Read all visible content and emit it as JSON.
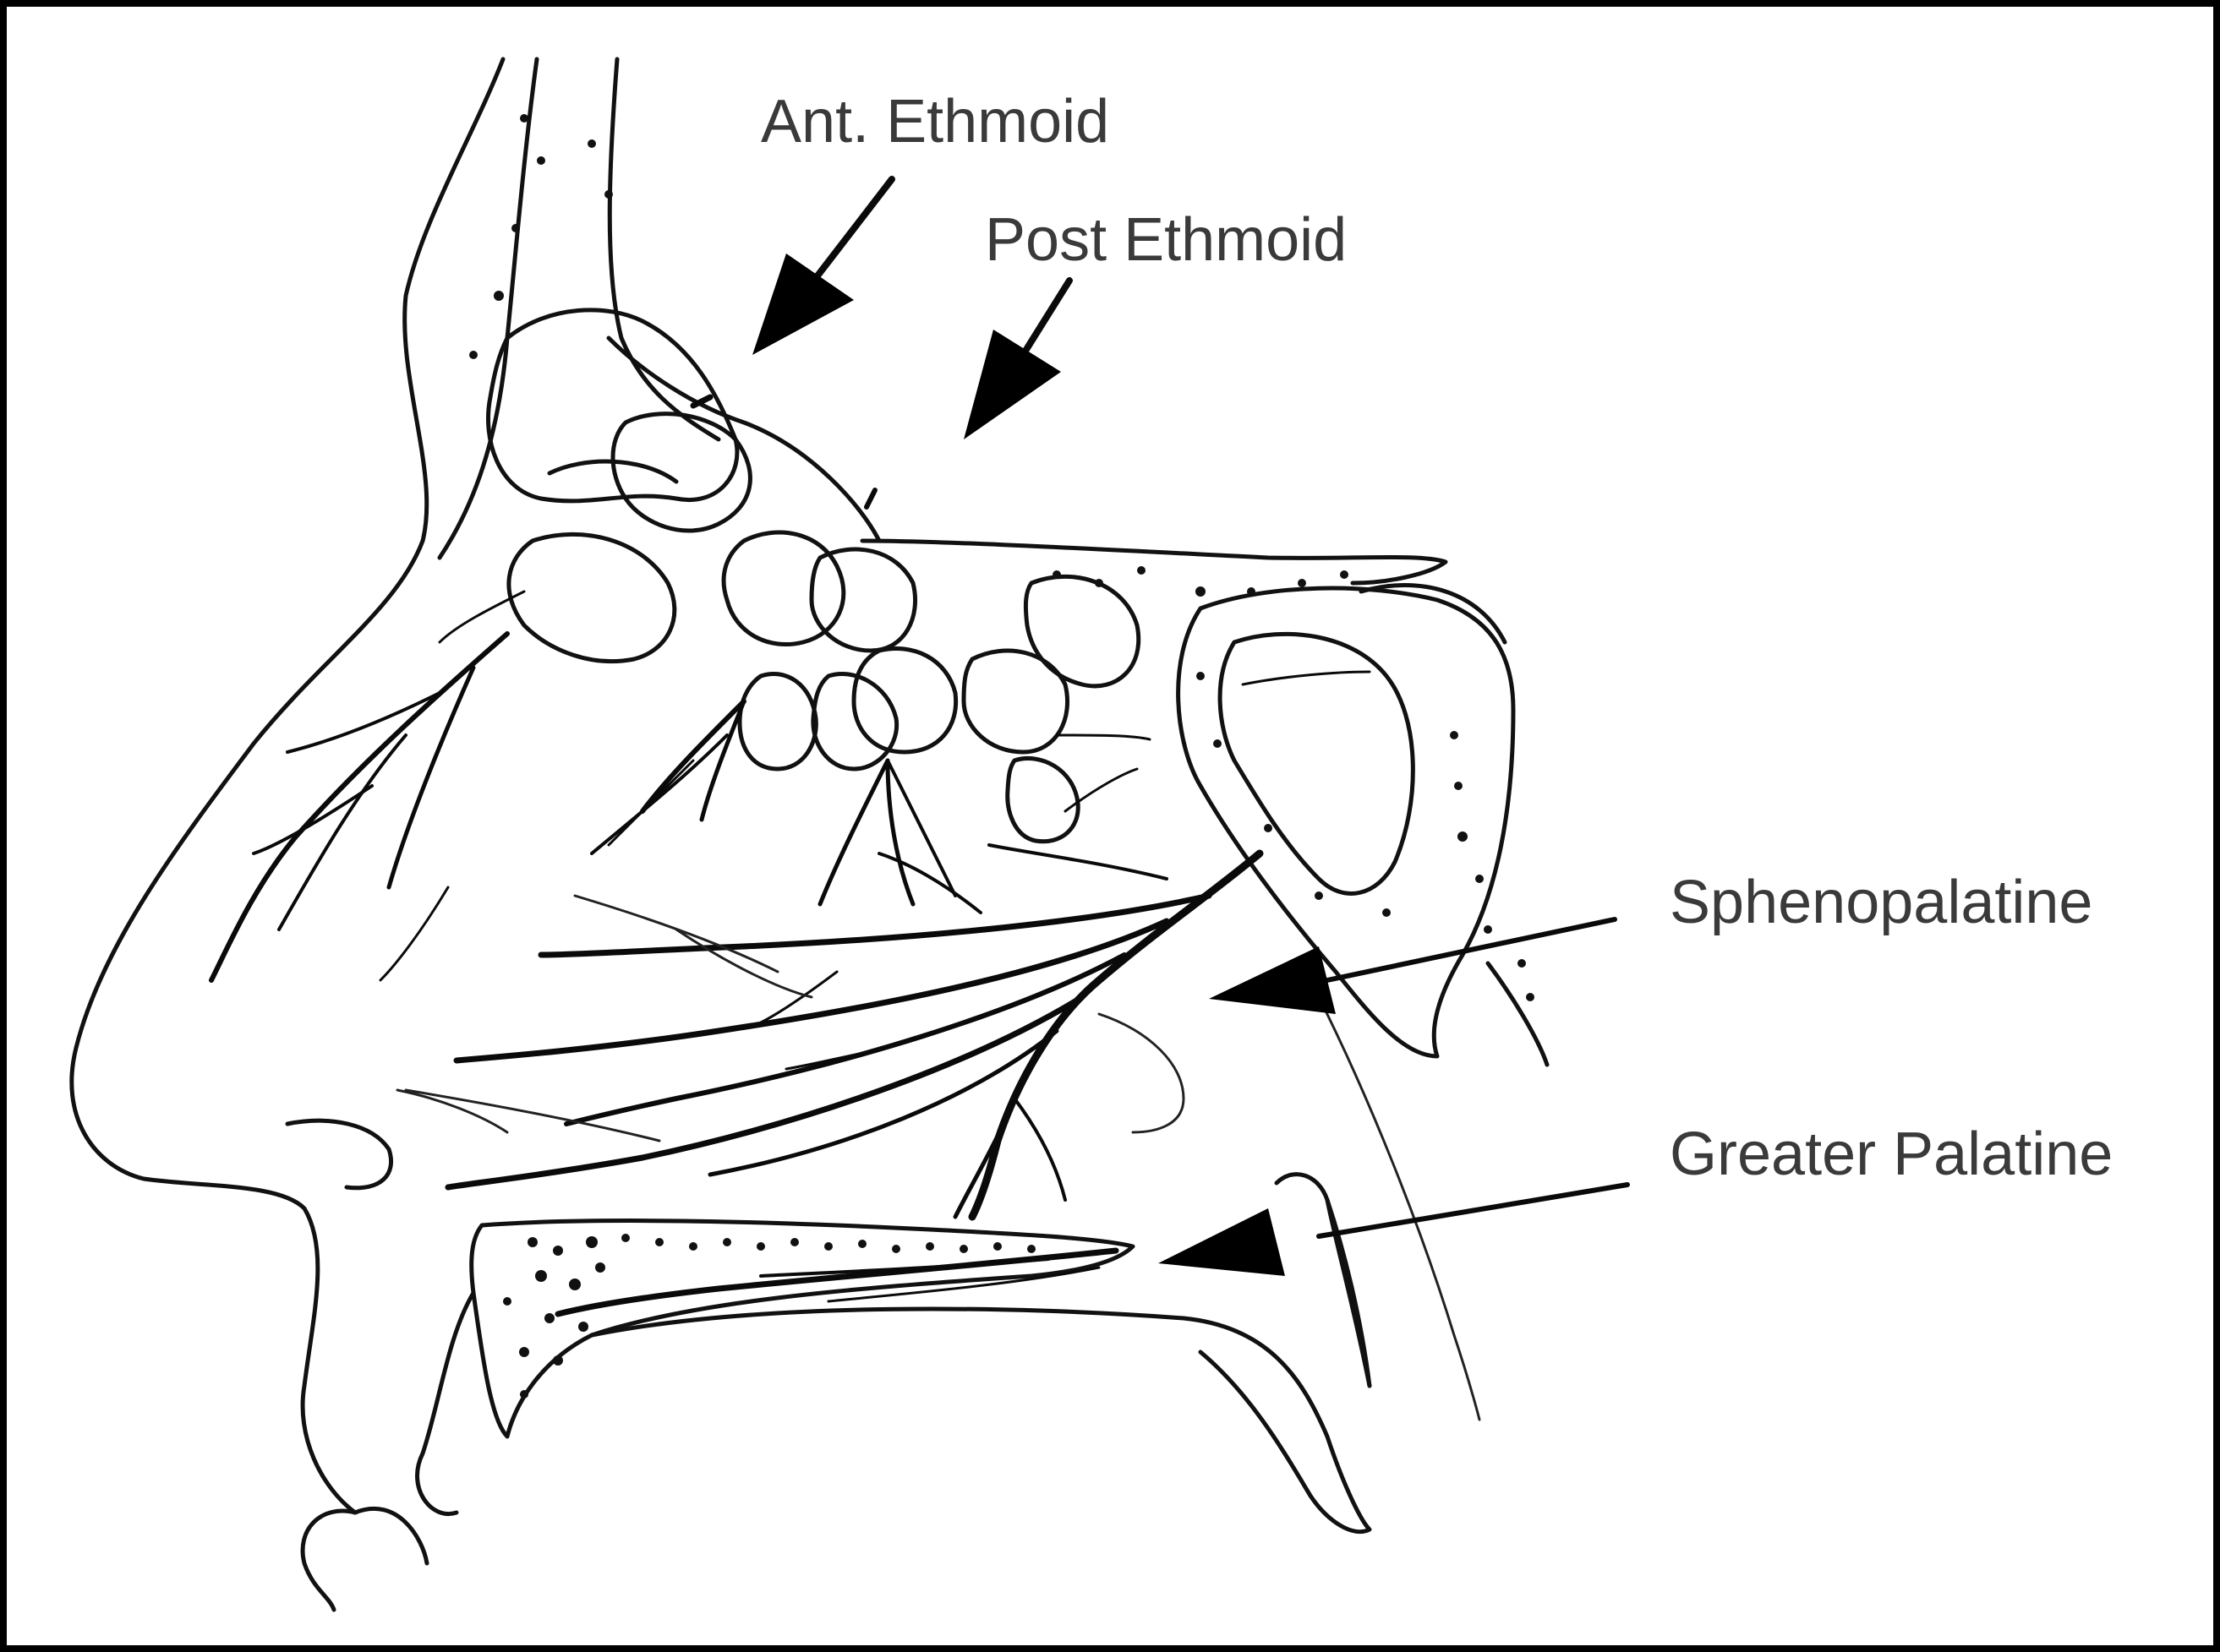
{
  "labels": {
    "ant_ethmoid": "Ant. Ethmoid",
    "post_ethmoid": "Post Ethmoid",
    "sphenopalatine": "Sphenopalatine",
    "greater_palatine": "Greater Palatine"
  },
  "colors": {
    "ink": "#111111",
    "label_text": "#3a3a3a",
    "background": "#ffffff",
    "frame": "#000000"
  }
}
